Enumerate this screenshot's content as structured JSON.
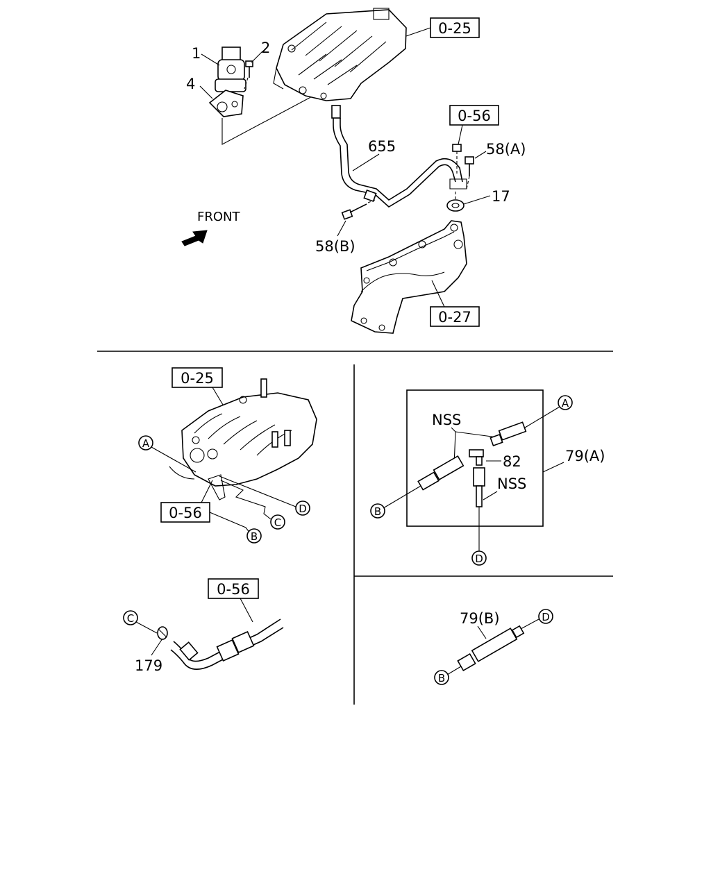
{
  "labels": {
    "p1": "1",
    "p2": "2",
    "p4": "4",
    "ref_025_top": "0-25",
    "ref_056_top": "0-56",
    "p655": "655",
    "p58a": "58(A)",
    "p17": "17",
    "p58b": "58(B)",
    "front": "FRONT",
    "ref_027": "0-27",
    "ref_025_mid": "0-25",
    "ref_056_mid": "0-56",
    "ref_056_bot": "0-56",
    "p179": "179",
    "nss1": "NSS",
    "nss2": "NSS",
    "p82": "82",
    "p79a": "79(A)",
    "p79b": "79(B)"
  },
  "connectors": {
    "a": "A",
    "b": "B",
    "c": "C",
    "d": "D"
  }
}
